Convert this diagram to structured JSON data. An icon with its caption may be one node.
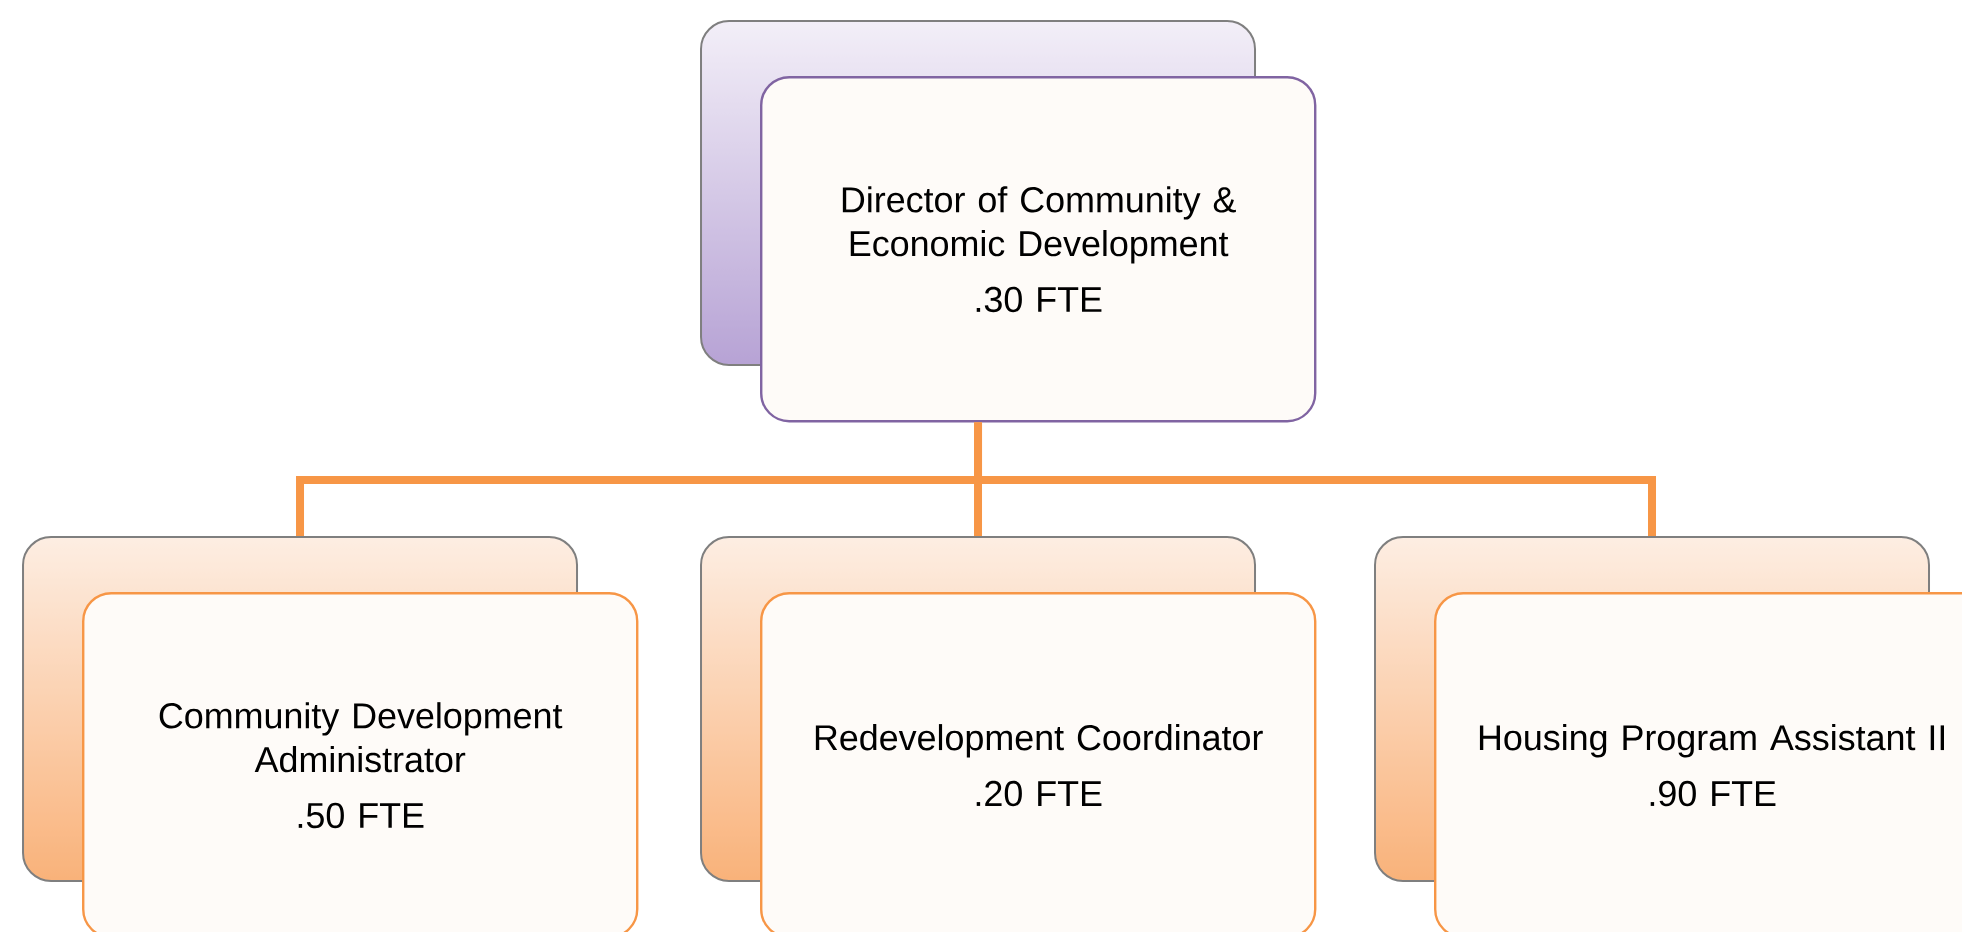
{
  "diagram": {
    "nodes": [
      {
        "text": [
          "Director of Community & Economic Development",
          ".30 FTE"
        ]
      },
      {
        "text": [
          "Community Development Administrator",
          ".50 FTE"
        ]
      },
      {
        "text": [
          "Redevelopment Coordinator",
          ".20 FTE"
        ]
      },
      {
        "text": [
          "Housing Program Assistant II",
          ".90 FTE"
        ]
      }
    ],
    "edges": [
      {
        "from": 0,
        "to": 1,
        "arrow": "none"
      },
      {
        "from": 0,
        "to": 2,
        "arrow": "none"
      },
      {
        "from": 0,
        "to": 3,
        "arrow": "none"
      }
    ]
  }
}
